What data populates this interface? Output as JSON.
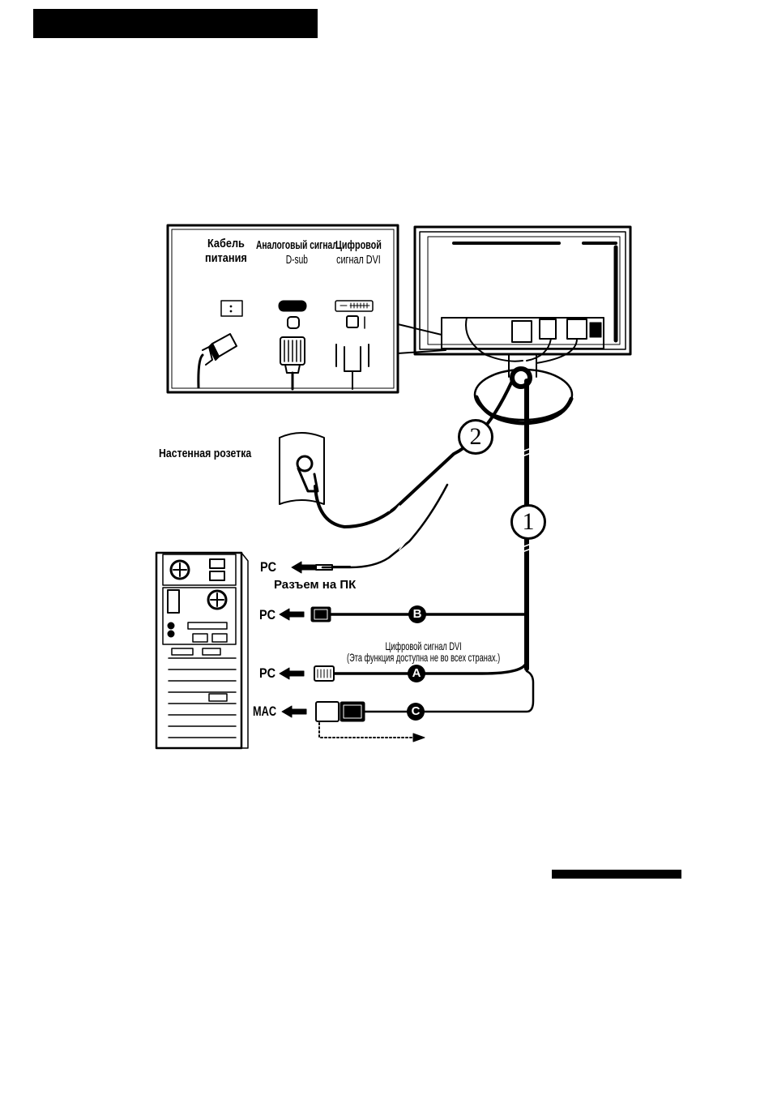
{
  "inset": {
    "power_cable_line1": "Кабель",
    "power_cable_line2": "питания",
    "analog_line1": "Аналоговый сигнал",
    "analog_line2": "D-sub",
    "digital_line1": "Цифровой",
    "digital_line2": "сигнал DVI"
  },
  "labels": {
    "wall_outlet": "Настенная розетка",
    "pc_connector": "Разъем на ПК",
    "dvi_note_line1": "Цифровой сигнал DVI",
    "dvi_note_line2": "(Эта функция доступна не во всех странах.)"
  },
  "callouts": {
    "one": "1",
    "two": "2",
    "a": "A",
    "b": "B",
    "c": "C"
  },
  "ports": {
    "pc1": "PC",
    "pc2": "PC",
    "pc3": "PC",
    "mac": "MAC"
  },
  "colors": {
    "ink": "#000000",
    "paper": "#ffffff"
  }
}
